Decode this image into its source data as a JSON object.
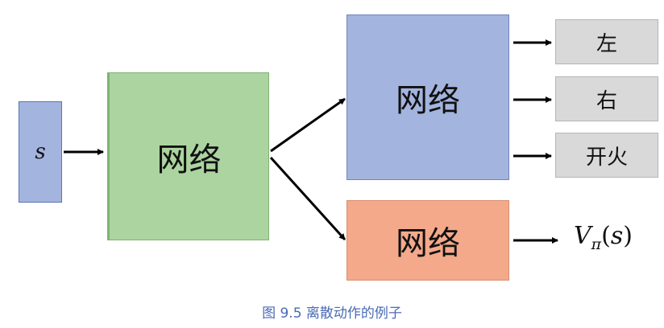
{
  "input": {
    "label": "s"
  },
  "main_network": {
    "label": "网络"
  },
  "policy_network": {
    "label": "网络"
  },
  "value_network": {
    "label": "网络"
  },
  "actions": [
    "左",
    "右",
    "开火"
  ],
  "value_output": {
    "symbol": "V",
    "subscript": "π",
    "open": "(",
    "arg": "s",
    "close": ")"
  },
  "caption": "图 9.5 离散动作的例子",
  "colors": {
    "input_box": "#a3b4de",
    "main_network": "#acd4a0",
    "policy_network": "#a3b4de",
    "value_network": "#f4a98b",
    "action_box": "#d9d9d9",
    "caption": "#4a6bb5",
    "arrow": "#000000"
  }
}
